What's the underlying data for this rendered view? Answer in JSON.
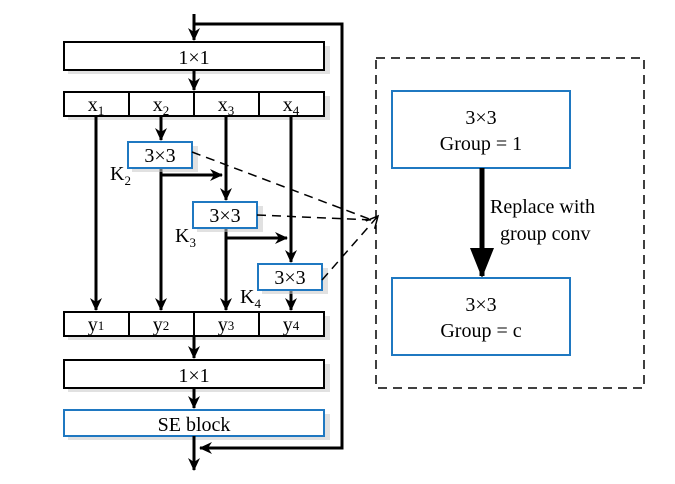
{
  "left_block": {
    "top_conv": "1×1",
    "split": [
      {
        "base": "x",
        "sub": "1"
      },
      {
        "base": "x",
        "sub": "2"
      },
      {
        "base": "x",
        "sub": "3"
      },
      {
        "base": "x",
        "sub": "4"
      }
    ],
    "convs": [
      {
        "label": "3×3",
        "kernel": {
          "base": "K",
          "sub": "2"
        }
      },
      {
        "label": "3×3",
        "kernel": {
          "base": "K",
          "sub": "3"
        }
      },
      {
        "label": "3×3",
        "kernel": {
          "base": "K",
          "sub": "4"
        }
      }
    ],
    "merge": [
      {
        "base": "y",
        "sub": "1"
      },
      {
        "base": "y",
        "sub": "2"
      },
      {
        "base": "y",
        "sub": "3"
      },
      {
        "base": "y",
        "sub": "4"
      }
    ],
    "bottom_conv": "1×1",
    "se_block": "SE block"
  },
  "right_panel": {
    "top_box": {
      "line1": "3×3",
      "line2": "Group = 1"
    },
    "arrow_label": {
      "line1": "Replace with",
      "line2": "group conv"
    },
    "bottom_box": {
      "line1": "3×3",
      "line2": "Group = c"
    }
  },
  "colors": {
    "accent_blue": "#1f78c1",
    "stroke": "#000000"
  }
}
